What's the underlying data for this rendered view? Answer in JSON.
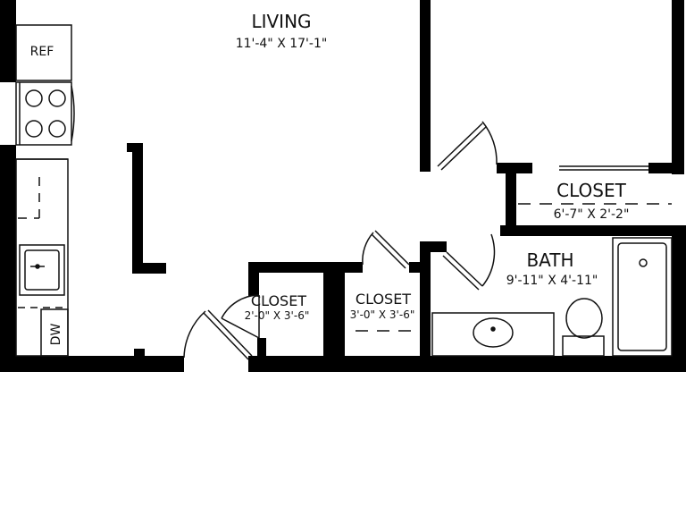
{
  "rooms": {
    "living": {
      "name": "LIVING",
      "dims": "11'-4\" X 17'-1\""
    },
    "closet_top": {
      "name": "CLOSET",
      "dims": "6'-7\" X 2'-2\""
    },
    "bath": {
      "name": "BATH",
      "dims": "9'-11\" X 4'-11\""
    },
    "closet_small_a": {
      "name": "CLOSET",
      "dims": "2'-0\" X 3'-6\""
    },
    "closet_small_b": {
      "name": "CLOSET",
      "dims": "3'-0\" X 3'-6\""
    }
  },
  "fixtures": {
    "refrigerator": "REF",
    "dishwasher": "DW"
  },
  "colors": {
    "wall": "#000000",
    "line": "#111111",
    "background": "#ffffff"
  }
}
